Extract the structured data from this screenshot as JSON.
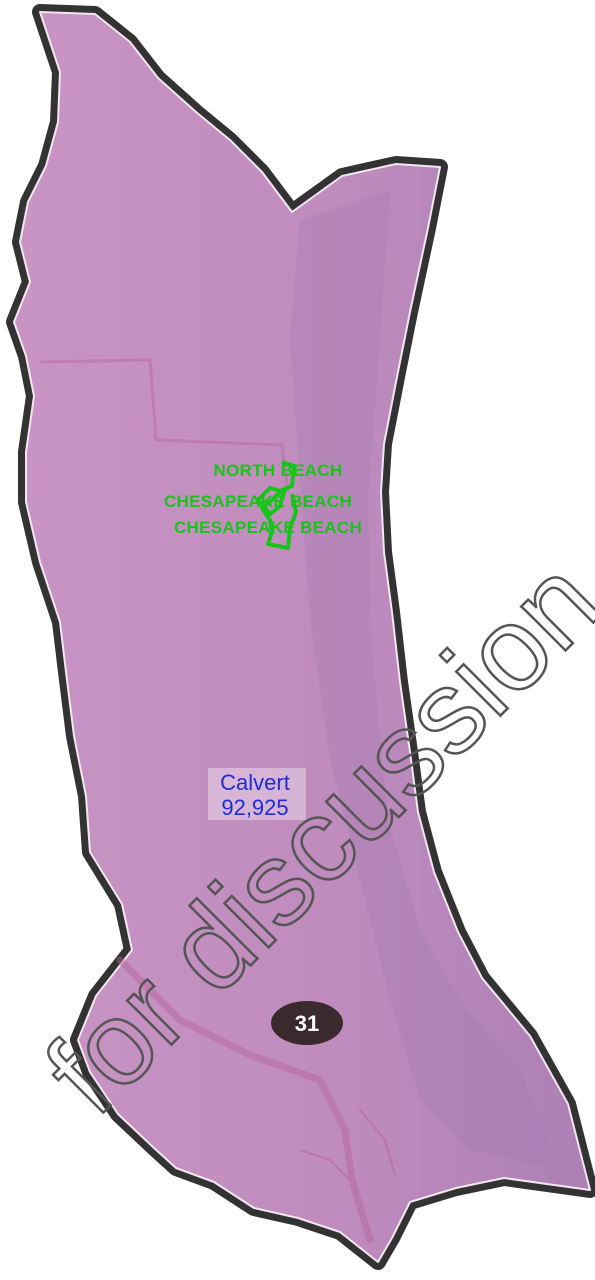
{
  "map": {
    "district": {
      "number": "31",
      "fill_color": "#c490c0",
      "border_color": "#333333",
      "badge_color": "#3a2a2e",
      "badge_text_color": "#ffffff"
    },
    "county": {
      "name": "Calvert",
      "population": "92,925",
      "label_color": "#1f2bd6"
    },
    "towns": [
      {
        "name": "NORTH BEACH"
      },
      {
        "name": "CHESAPEAKE BEACH"
      },
      {
        "name": "CHESAPEAKE BEACH"
      }
    ],
    "town_label_color": "#18c418",
    "watermark": {
      "text": "for discussion",
      "color": "#555555"
    }
  }
}
